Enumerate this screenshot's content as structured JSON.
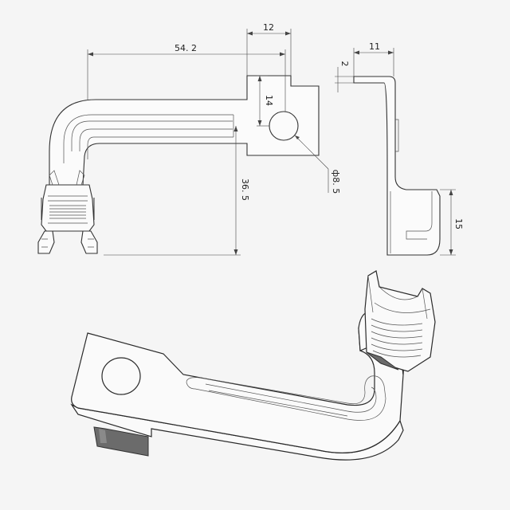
{
  "drawing": {
    "dimensions": {
      "length": "54. 2",
      "tab_width": "12",
      "hole_offset": "14",
      "height": "36. 5",
      "hole_diameter": "ф8. 5",
      "side_width": "11",
      "thickness": "2",
      "side_height": "15"
    }
  },
  "colors": {
    "background": "#f5f5f5",
    "line": "#333333",
    "shade": "#6b6b6b"
  }
}
